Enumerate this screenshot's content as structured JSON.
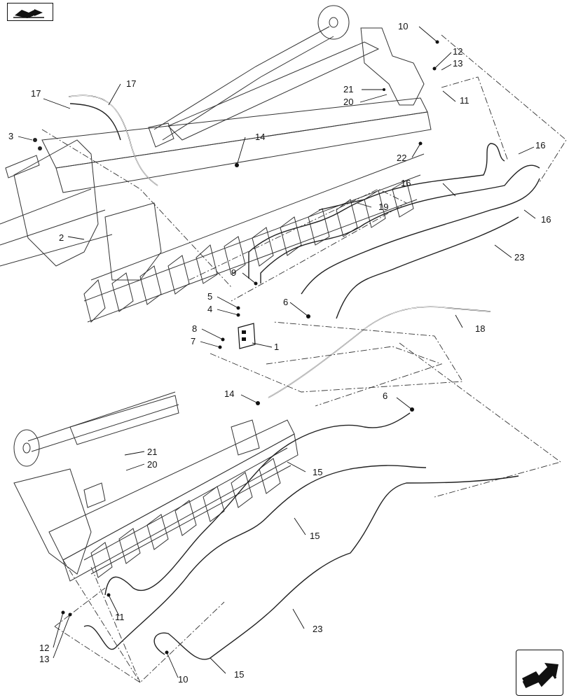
{
  "nav": {
    "top_icon": "book-arrow-icon",
    "bottom_icon": "next-page-arrow-icon"
  },
  "callouts": {
    "c1": "1",
    "c2": "2",
    "c3": "3",
    "c4": "4",
    "c5": "5",
    "c6a": "6",
    "c6b": "6",
    "c7": "7",
    "c8": "8",
    "c9": "9",
    "c10a": "10",
    "c10b": "10",
    "c11a": "11",
    "c11b": "11",
    "c12a": "12",
    "c12b": "12",
    "c13a": "13",
    "c13b": "13",
    "c14a": "14",
    "c14b": "14",
    "c15a": "15",
    "c15b": "15",
    "c15c": "15",
    "c16a": "16",
    "c16b": "16",
    "c16c": "16",
    "c17a": "17",
    "c17b": "17",
    "c18": "18",
    "c19": "19",
    "c20a": "20",
    "c20b": "20",
    "c21a": "21",
    "c21b": "21",
    "c22": "22",
    "c23a": "23",
    "c23b": "23"
  }
}
